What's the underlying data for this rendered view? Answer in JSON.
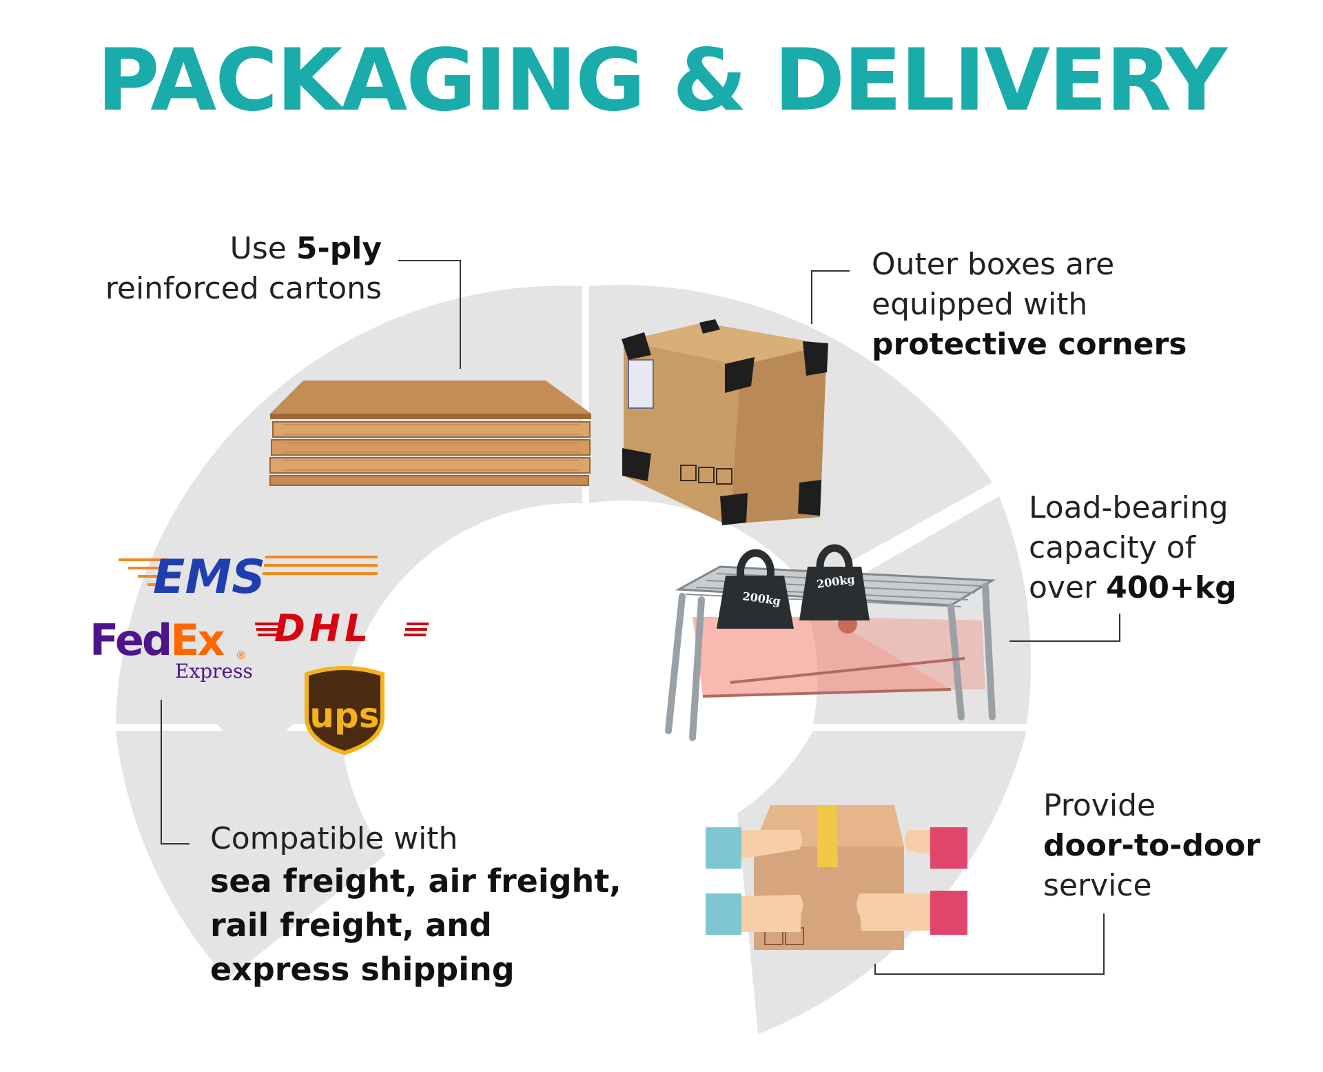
{
  "title": "PACKAGING & DELIVERY",
  "colors": {
    "title": "#1aabab",
    "background_puzzle": "#e4e4e4",
    "cardboard": "#c48d55",
    "box": "#c89a64",
    "corner": "#1e1e1e",
    "ems": "#1f3fb0",
    "ems_stripes": "#f08a1c",
    "dhl": "#d40511",
    "fedex_purple": "#4d148c",
    "fedex_orange": "#ff6600",
    "ups_brown": "#4a2a10",
    "ups_gold": "#f5b21a"
  },
  "features": {
    "cartons": {
      "prefix": "Use ",
      "bold": "5-ply",
      "line2": "reinforced cartons"
    },
    "corners": {
      "line1": "Outer boxes are",
      "line2": "equipped with",
      "bold": "protective corners"
    },
    "load": {
      "line1": "Load-bearing",
      "line2": "capacity of",
      "prefix3": "over ",
      "bold": "400+kg"
    },
    "shipping": {
      "line1": "Compatible with",
      "bold1": "sea freight, air freight,",
      "bold2": "rail freight, and",
      "bold3": "express shipping"
    },
    "door": {
      "line1": "Provide",
      "bold": "door-to-door",
      "line3": "service"
    }
  },
  "carriers": {
    "ems": "EMS",
    "dhl": "DHL",
    "fedex_fed": "Fed",
    "fedex_ex": "Ex",
    "fedex_sub": "Express",
    "fedex_reg": "®",
    "ups": "ups"
  },
  "weights": {
    "left": "200kg",
    "right": "200kg"
  },
  "icons": [
    "cardboard-sheets-icon",
    "box-with-corners-icon",
    "scaffold-with-weights-icon",
    "carrier-logos-icon",
    "hands-holding-box-icon"
  ]
}
